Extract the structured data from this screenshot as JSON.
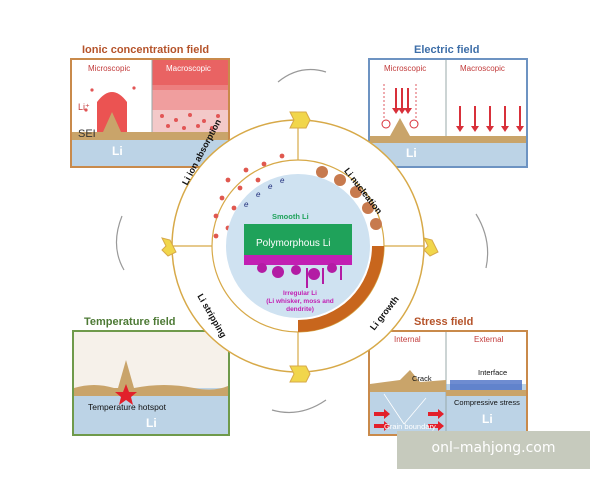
{
  "panels": {
    "ionic": {
      "title": "Ionic concentration field",
      "title_color": "#b5532a",
      "left_label": "Microscopic",
      "right_label": "Macroscopic",
      "ion_label": "Li⁺",
      "sei_label": "SEI",
      "li_label": "Li"
    },
    "electric": {
      "title": "Electric field",
      "title_color": "#3d6ea8",
      "left_label": "Microscopic",
      "right_label": "Macroscopic",
      "li_label": "Li"
    },
    "temperature": {
      "title": "Temperature field",
      "title_color": "#4d7a35",
      "hotspot_label": "Temperature hotspot",
      "li_label": "Li"
    },
    "stress": {
      "title": "Stress field",
      "title_color": "#b5532a",
      "left_label": "Internal",
      "right_label": "External",
      "crack_label": "Crack",
      "interface_label": "Interface",
      "compressive_label": "Compressive stress",
      "grain_label": "Grain boundary",
      "li_label": "Li"
    }
  },
  "cycle": {
    "li_ion_absorption": "Li ion absorption",
    "li_nucleation": "Li nucleation",
    "li_growth": "Li growth",
    "li_stripping": "Li stripping",
    "electron_label": "e"
  },
  "center": {
    "smooth": "Smooth Li",
    "polymorphous": "Polymorphous Li",
    "irregular_line1": "Irregular Li",
    "irregular_line2": "(Li whisker, moss and dendrite)"
  },
  "watermark": "onl–mahjong.com",
  "colors": {
    "accent_red": "#d8303a",
    "smooth_green": "#1fa25a",
    "irregular_magenta": "#c21fb3",
    "ring_gold": "#d7a948",
    "growth_orange": "#c8661d"
  }
}
